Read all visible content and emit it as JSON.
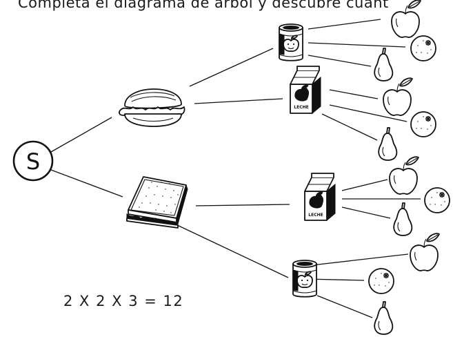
{
  "title": "Completa el diagrama de árbol y descubre cuánt",
  "root": {
    "label": "S"
  },
  "branches": [
    {
      "food": "hamburger-icon",
      "drinks": [
        {
          "drink": "juice-can-icon",
          "fruits": [
            "apple-icon",
            "orange-icon",
            "pear-icon"
          ]
        },
        {
          "drink": "milk-carton-icon",
          "label": "LECHE",
          "fruits": [
            "apple-icon",
            "orange-icon",
            "pear-icon"
          ]
        }
      ]
    },
    {
      "food": "sandwich-icon",
      "drinks": [
        {
          "drink": "milk-carton-icon",
          "label": "LECHE",
          "fruits": [
            "apple-icon",
            "orange-icon",
            "pear-icon"
          ]
        },
        {
          "drink": "juice-can-icon",
          "fruits": [
            "apple-icon",
            "orange-icon",
            "pear-icon"
          ]
        }
      ]
    }
  ],
  "equation": "2 X 2 X 3 = 12"
}
